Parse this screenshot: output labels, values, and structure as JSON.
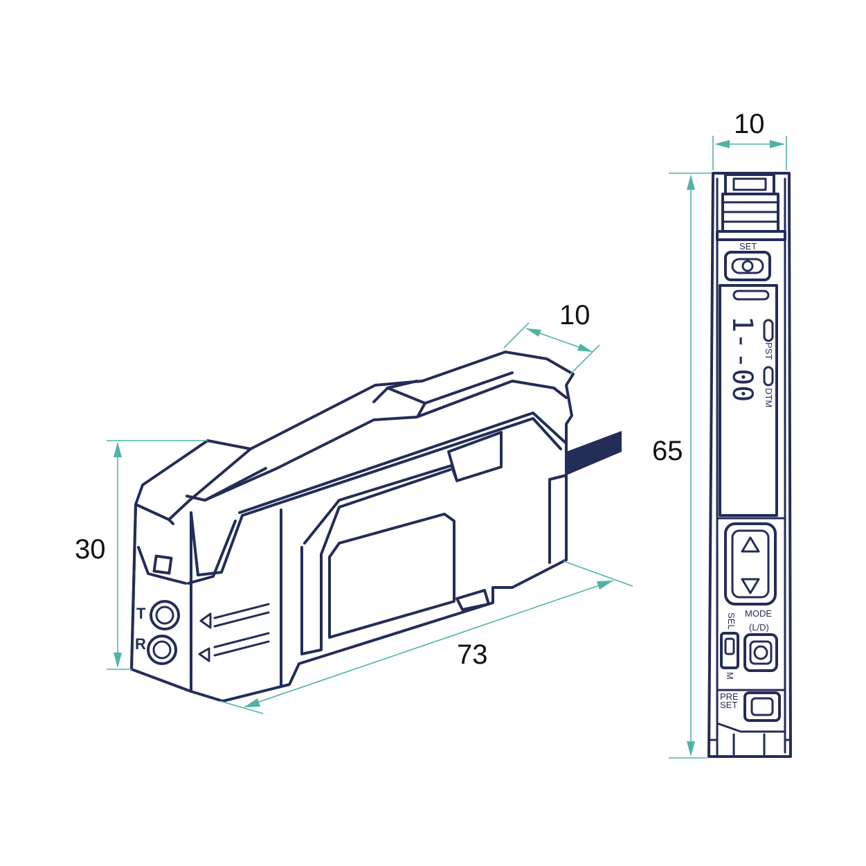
{
  "colors": {
    "outline": "#232d57",
    "dimension": "#4fb3a8",
    "text": "#111111",
    "background": "#ffffff"
  },
  "dimensions": {
    "iso_width": "10",
    "iso_height": "30",
    "iso_length": "73",
    "front_width": "10",
    "front_height": "65"
  },
  "iso_labels": {
    "t": "T",
    "r": "R"
  },
  "panel": {
    "set": "SET",
    "pst": "PST",
    "dtm": "DTM",
    "display_top": "1-",
    "display_bottom": "-00",
    "mode": "MODE",
    "mode_sub": "(L/D)",
    "sel": "SEL",
    "m": "M",
    "pre": "PRE",
    "set2": "SET"
  }
}
